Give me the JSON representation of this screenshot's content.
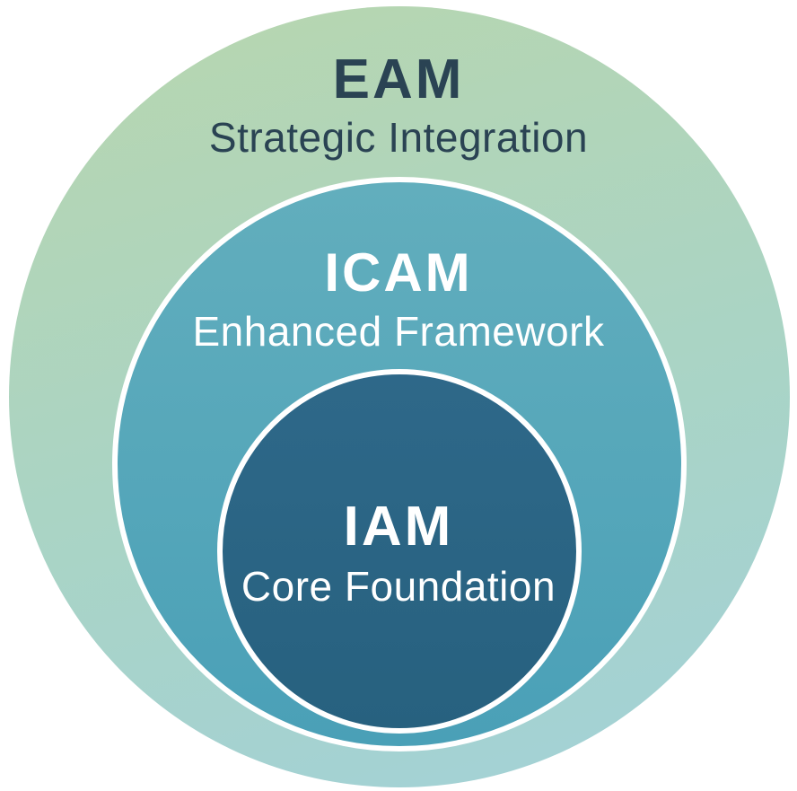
{
  "diagram": {
    "type": "nested-circles",
    "background": "#ffffff",
    "ring_border_color": "#ffffff",
    "rings": [
      {
        "id": "eam",
        "acronym": "EAM",
        "label": "Strategic Integration",
        "level": "outer",
        "colors": {
          "top": "#b8d6ae",
          "mid": "#aad4c4",
          "bottom": "#a2d1d8",
          "text": "#2a4353"
        }
      },
      {
        "id": "icam",
        "acronym": "ICAM",
        "label": "Enhanced Framework",
        "level": "middle",
        "colors": {
          "top": "#62aebd",
          "bottom": "#4aa0b7",
          "text": "#ffffff"
        }
      },
      {
        "id": "iam",
        "acronym": "IAM",
        "label": "Core Foundation",
        "level": "inner",
        "colors": {
          "top": "#2e6889",
          "bottom": "#27617f",
          "text": "#ffffff"
        }
      }
    ]
  }
}
